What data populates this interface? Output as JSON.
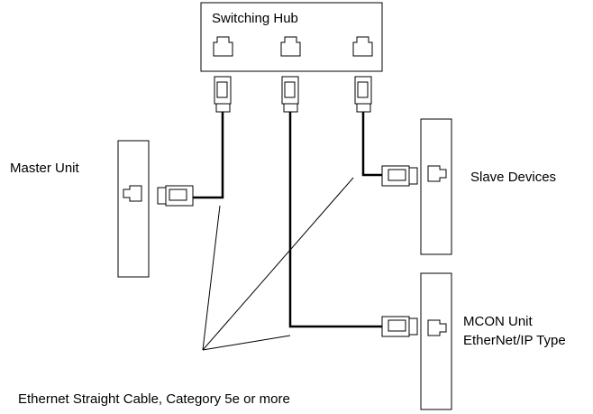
{
  "hub": {
    "label": "Switching Hub"
  },
  "master": {
    "label": "Master Unit"
  },
  "slave": {
    "label": "Slave Devices"
  },
  "mcon": {
    "line1": "MCON Unit",
    "line2": "EtherNet/IP Type"
  },
  "cable": {
    "label": "Ethernet Straight Cable, Category 5e or more"
  }
}
